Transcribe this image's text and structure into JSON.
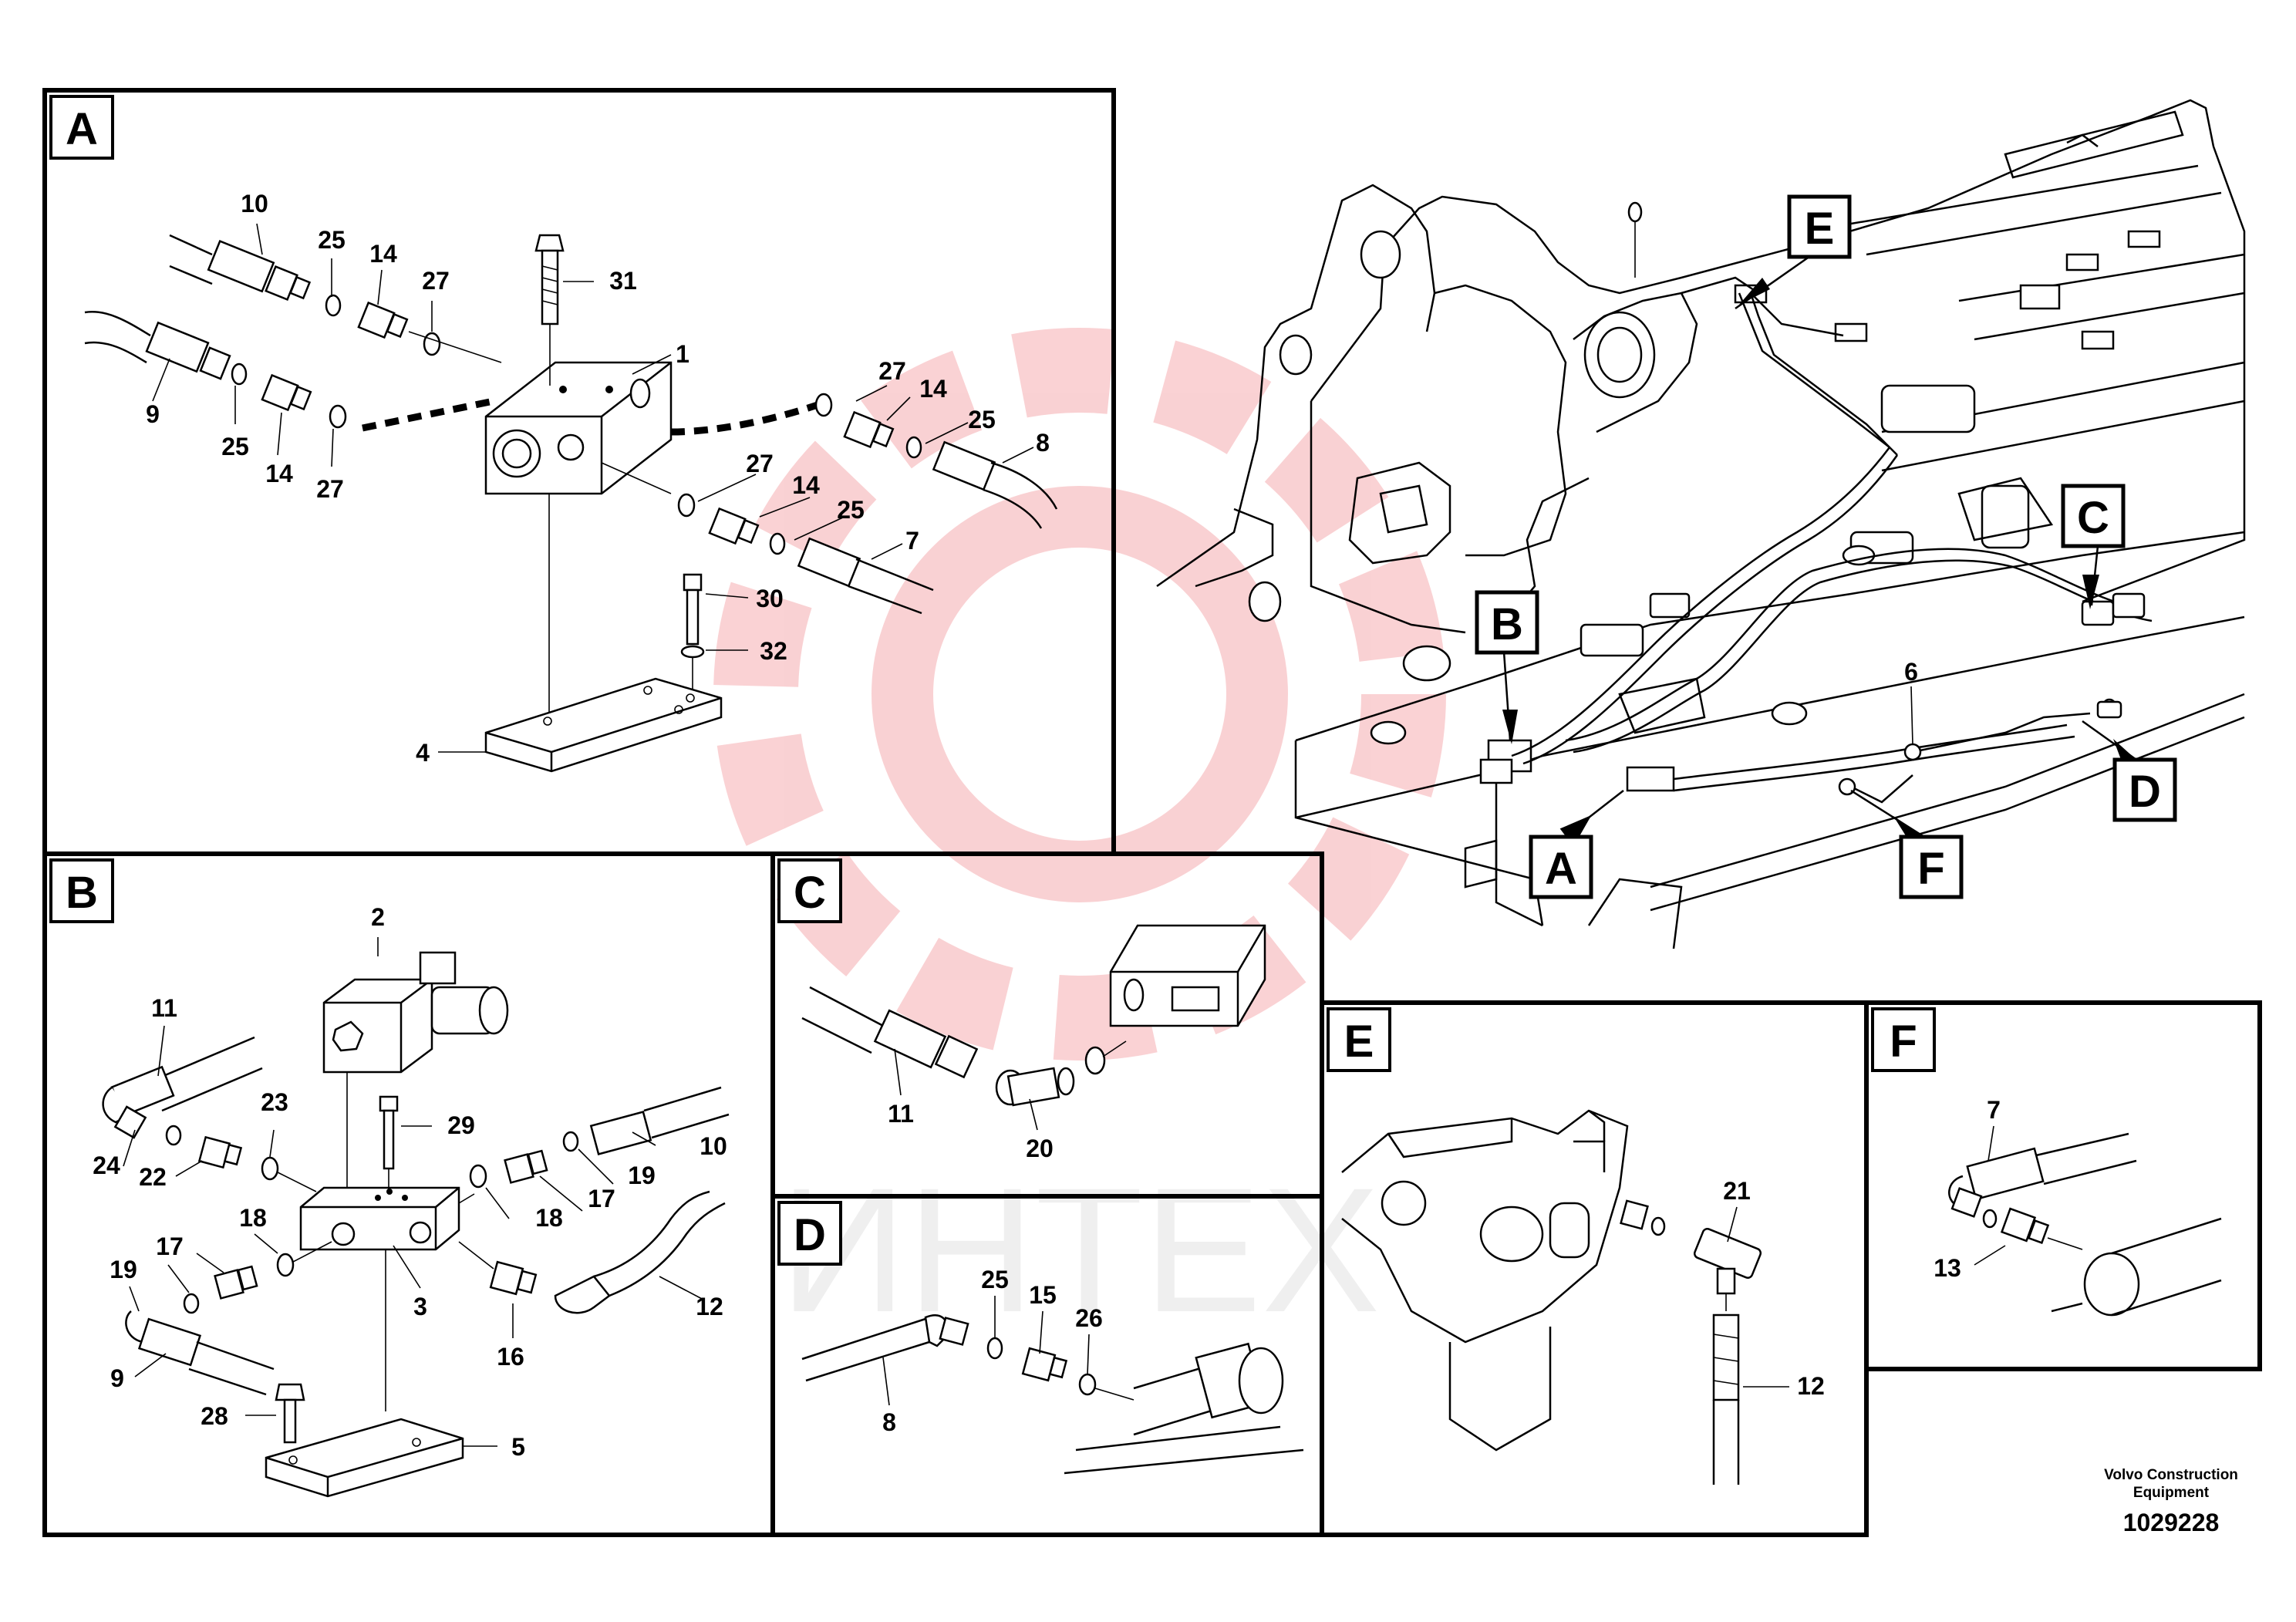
{
  "panels": {
    "A": {
      "letter": "A",
      "labels": {
        "n1": "1",
        "n4": "4",
        "n7": "7",
        "n8": "8",
        "n9": "9",
        "n10": "10",
        "n14a": "14",
        "n14b": "14",
        "n14c": "14",
        "n14d": "14",
        "n25a": "25",
        "n25b": "25",
        "n25c": "25",
        "n25d": "25",
        "n27a": "27",
        "n27b": "27",
        "n27c": "27",
        "n27d": "27",
        "n30": "30",
        "n31": "31",
        "n32": "32"
      }
    },
    "B": {
      "letter": "B",
      "labels": {
        "n2": "2",
        "n3": "3",
        "n5": "5",
        "n9": "9",
        "n10": "10",
        "n11": "11",
        "n12": "12",
        "n16": "16",
        "n17a": "17",
        "n17b": "17",
        "n18a": "18",
        "n18b": "18",
        "n19a": "19",
        "n19b": "19",
        "n22": "22",
        "n23": "23",
        "n24": "24",
        "n28": "28",
        "n29": "29"
      }
    },
    "C": {
      "letter": "C",
      "labels": {
        "n11": "11",
        "n20": "20"
      }
    },
    "D": {
      "letter": "D",
      "labels": {
        "n8": "8",
        "n15": "15",
        "n25": "25",
        "n26": "26"
      }
    },
    "E": {
      "letter": "E",
      "labels": {
        "n12": "12",
        "n21": "21"
      }
    },
    "F": {
      "letter": "F",
      "labels": {
        "n7": "7",
        "n13": "13"
      }
    }
  },
  "overview": {
    "callouts": [
      "A",
      "B",
      "C",
      "D",
      "E",
      "F"
    ],
    "label_6": "6"
  },
  "watermark": {
    "text": "ИНТЕХ",
    "color": "#e8333a"
  },
  "caption": {
    "line1": "Volvo Construction",
    "line2": "Equipment",
    "number": "1029228"
  }
}
